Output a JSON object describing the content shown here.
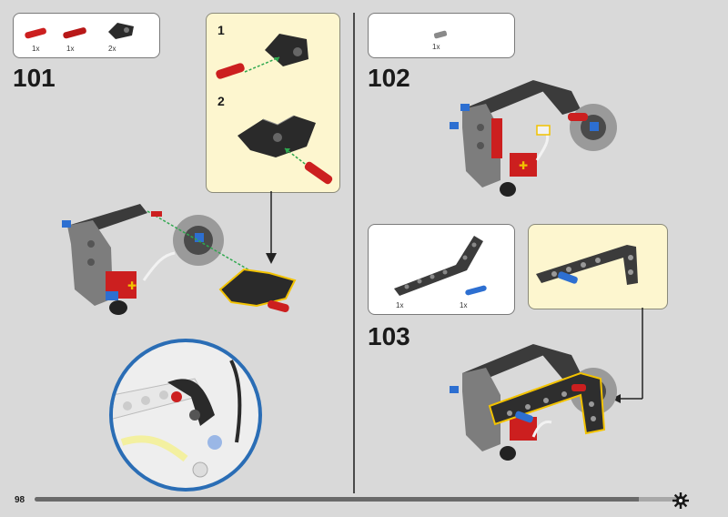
{
  "page": {
    "number": "98",
    "progress": 0.94
  },
  "steps": [
    {
      "number": "101",
      "parts": [
        {
          "qty": "1x"
        },
        {
          "qty": "1x"
        },
        {
          "qty": "2x"
        }
      ],
      "substeps": [
        {
          "number": "1"
        },
        {
          "number": "2"
        }
      ]
    },
    {
      "number": "102",
      "parts": [
        {
          "qty": "1x"
        }
      ]
    },
    {
      "number": "103",
      "parts": [
        {
          "qty": "1x"
        },
        {
          "qty": "1x"
        }
      ]
    }
  ],
  "icons": {
    "callout_arrow": "arrow-right-icon",
    "next_page": "gear-icon"
  },
  "colors": {
    "background": "#d9d9d9",
    "subassembly_bg": "#fdf6cf",
    "highlight": "#f2c200",
    "zoom_ring": "#2a6db5",
    "red_part": "#cc1f1f",
    "blue_part": "#2d6fd1"
  }
}
